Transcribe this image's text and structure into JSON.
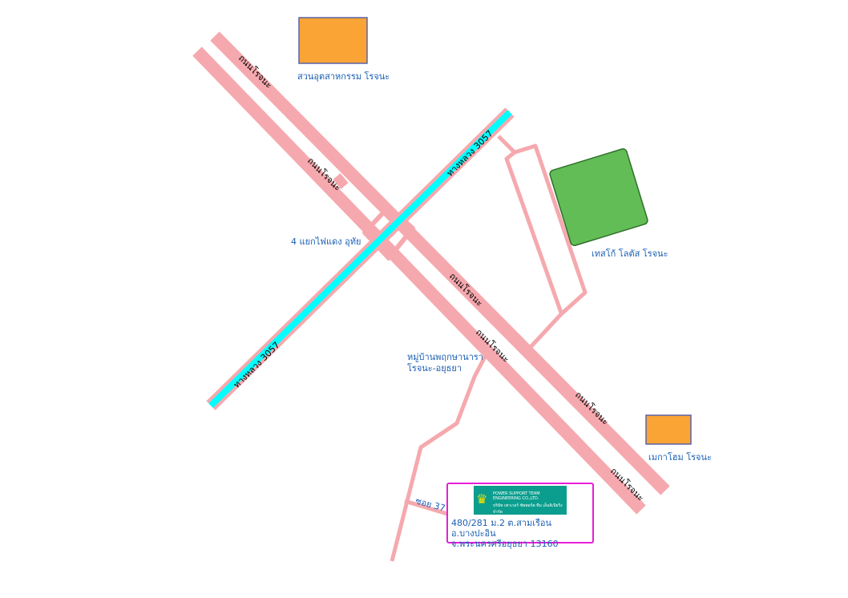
{
  "colors": {
    "road": "#f5a9ae",
    "highway": "#00ffff",
    "industrial": "#f9a435",
    "store": "#63bd56",
    "label": "#1a5fb4",
    "marker_border": "#e81ed8"
  },
  "roads": {
    "rojana": "ถนนโรจนะ",
    "highway": "ทางหลวง 3057",
    "soi": "ซอย 37"
  },
  "places": {
    "intersection": "4 แยกไฟแดง อุทัย",
    "industrial_park": "สวนอุตสาหกรรม โรจนะ",
    "tesco": "เทสโก้ โลตัส โรจนะ",
    "village_line1": "หมู่บ้านพฤกษานารา",
    "village_line2": "โรจนะ-อยุธยา",
    "megahome": "เมกาโฮม โรจนะ"
  },
  "company": {
    "name_en": "POWER SUPPORT TEAM ENGINEERING CO.,LTD.",
    "name_th": "บริษัท เพาเวอร์ ซัพพอร์ต ทีม เอ็นจิเนียริ่ง จำกัด",
    "address_line1": "480/281 ม.2 ต.สามเรือน อ.บางปะอิน",
    "address_line2": "จ.พระนครศรีอยุธยา 13160"
  }
}
